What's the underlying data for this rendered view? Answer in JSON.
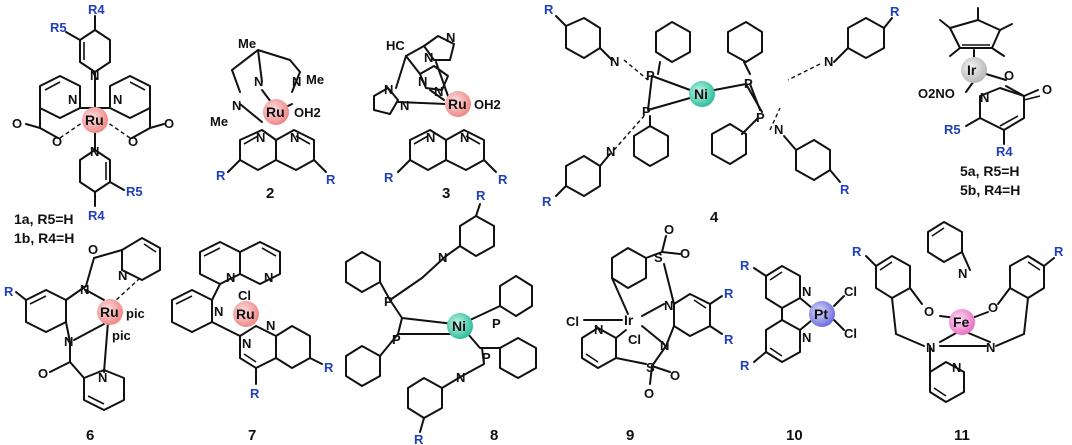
{
  "colors": {
    "Ru": "#f4a6a6",
    "Ni": "#4fd1b5",
    "Ir": "#d3d3d3",
    "Pt": "#8f8fe8",
    "Fe": "#f29ad8",
    "r_group": "#1f3fbf"
  },
  "compounds": [
    {
      "id": "1",
      "metal": "Ru",
      "label": "",
      "sub_a": "1a, R5=H",
      "sub_b": "1b, R4=H",
      "ligand_atoms": [
        "N",
        "N",
        "N",
        "N",
        "O",
        "O",
        "O",
        "O"
      ],
      "r_groups": [
        "R4",
        "R5",
        "R4",
        "R5"
      ]
    },
    {
      "id": "2",
      "metal": "Ru",
      "label": "2",
      "ligand_atoms": [
        "Me",
        "N",
        "N",
        "Me",
        "N",
        "N",
        "Me",
        "N",
        "OH2"
      ],
      "r_groups": [
        "R",
        "R"
      ]
    },
    {
      "id": "3",
      "metal": "Ru",
      "label": "3",
      "ligand_atoms": [
        "HC",
        "N",
        "N",
        "N",
        "N",
        "N",
        "N",
        "OH2",
        "N",
        "N"
      ],
      "r_groups": [
        "R",
        "R"
      ]
    },
    {
      "id": "4",
      "metal": "Ni",
      "label": "4",
      "ligand_atoms": [
        "P",
        "P",
        "P",
        "P",
        "N",
        "N",
        "N",
        "N"
      ],
      "r_groups": [
        "R",
        "R",
        "R",
        "R"
      ]
    },
    {
      "id": "5",
      "metal": "Ir",
      "label": "",
      "sub_a": "5a, R5=H",
      "sub_b": "5b, R4=H",
      "ligand_atoms": [
        "O2NO",
        "O",
        "O",
        "N"
      ],
      "r_groups": [
        "R5",
        "R4"
      ]
    },
    {
      "id": "6",
      "metal": "Ru",
      "label": "6",
      "ligand_atoms": [
        "O",
        "N",
        "N",
        "N",
        "N",
        "O",
        "pic",
        "pic"
      ],
      "r_groups": [
        "R"
      ]
    },
    {
      "id": "7",
      "metal": "Ru",
      "label": "7",
      "ligand_atoms": [
        "Cl",
        "N",
        "N",
        "N",
        "N",
        "N"
      ],
      "r_groups": [
        "R",
        "R"
      ]
    },
    {
      "id": "8",
      "metal": "Ni",
      "label": "8",
      "ligand_atoms": [
        "P",
        "P",
        "P",
        "P",
        "N",
        "N"
      ],
      "r_groups": [
        "R",
        "R"
      ]
    },
    {
      "id": "9",
      "metal": "Ir",
      "label": "9",
      "ligand_atoms": [
        "S",
        "O",
        "O",
        "Cl",
        "N",
        "Cl",
        "N",
        "S",
        "O",
        "O",
        "N"
      ],
      "r_groups": [
        "R",
        "R"
      ]
    },
    {
      "id": "10",
      "metal": "Pt",
      "label": "10",
      "ligand_atoms": [
        "N",
        "N",
        "Cl",
        "Cl"
      ],
      "r_groups": [
        "R",
        "R"
      ]
    },
    {
      "id": "11",
      "metal": "Fe",
      "label": "11",
      "ligand_atoms": [
        "N",
        "O",
        "O",
        "N",
        "N",
        "N"
      ],
      "r_groups": [
        "R",
        "R"
      ]
    }
  ]
}
